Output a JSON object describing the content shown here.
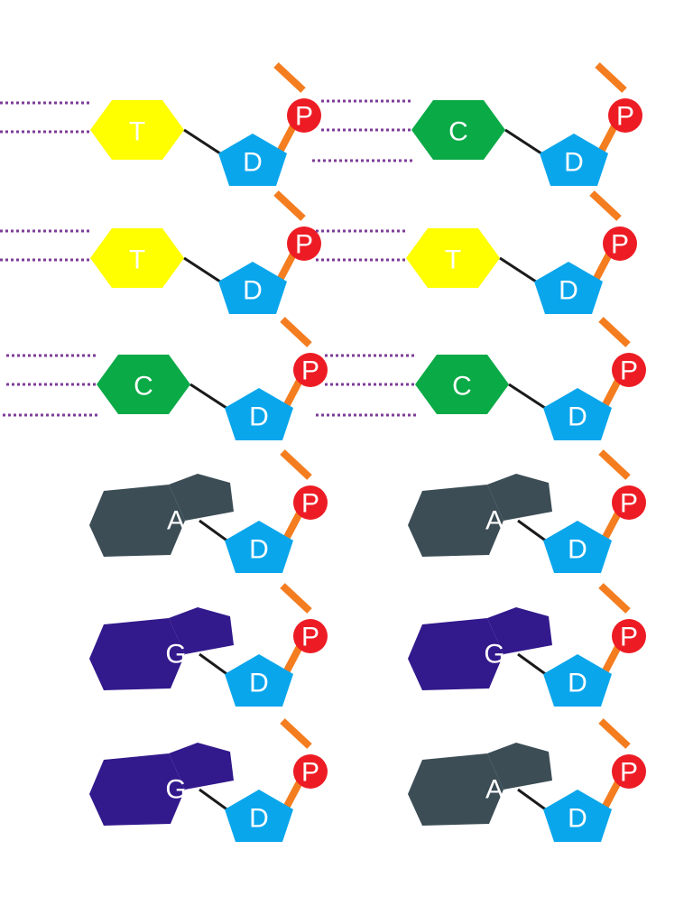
{
  "colors": {
    "T": "#ffff00",
    "C": "#0aaa46",
    "A": "#3c4d56",
    "G": "#32198c",
    "sugar": "#0aa6ec",
    "phosphate": "#ed1c24",
    "phosphate_bond": "#f47d20",
    "hbond": "#7d3c98",
    "backbone": "#1a1a1a"
  },
  "labels": {
    "sugar": "D",
    "phosphate": "P"
  },
  "nucleotides": [
    {
      "base": "T",
      "label": "T",
      "hbonds": 2
    },
    {
      "base": "C",
      "label": "C",
      "hbonds": 3
    },
    {
      "base": "T",
      "label": "T",
      "hbonds": 2
    },
    {
      "base": "T",
      "label": "T",
      "hbonds": 2
    },
    {
      "base": "C",
      "label": "C",
      "hbonds": 3
    },
    {
      "base": "C",
      "label": "C",
      "hbonds": 3
    },
    {
      "base": "A",
      "label": "A",
      "hbonds": 0
    },
    {
      "base": "A",
      "label": "A",
      "hbonds": 0
    },
    {
      "base": "G",
      "label": "G",
      "hbonds": 0
    },
    {
      "base": "G",
      "label": "G",
      "hbonds": 0
    },
    {
      "base": "G",
      "label": "G",
      "hbonds": 0
    },
    {
      "base": "A",
      "label": "A",
      "hbonds": 0
    }
  ]
}
